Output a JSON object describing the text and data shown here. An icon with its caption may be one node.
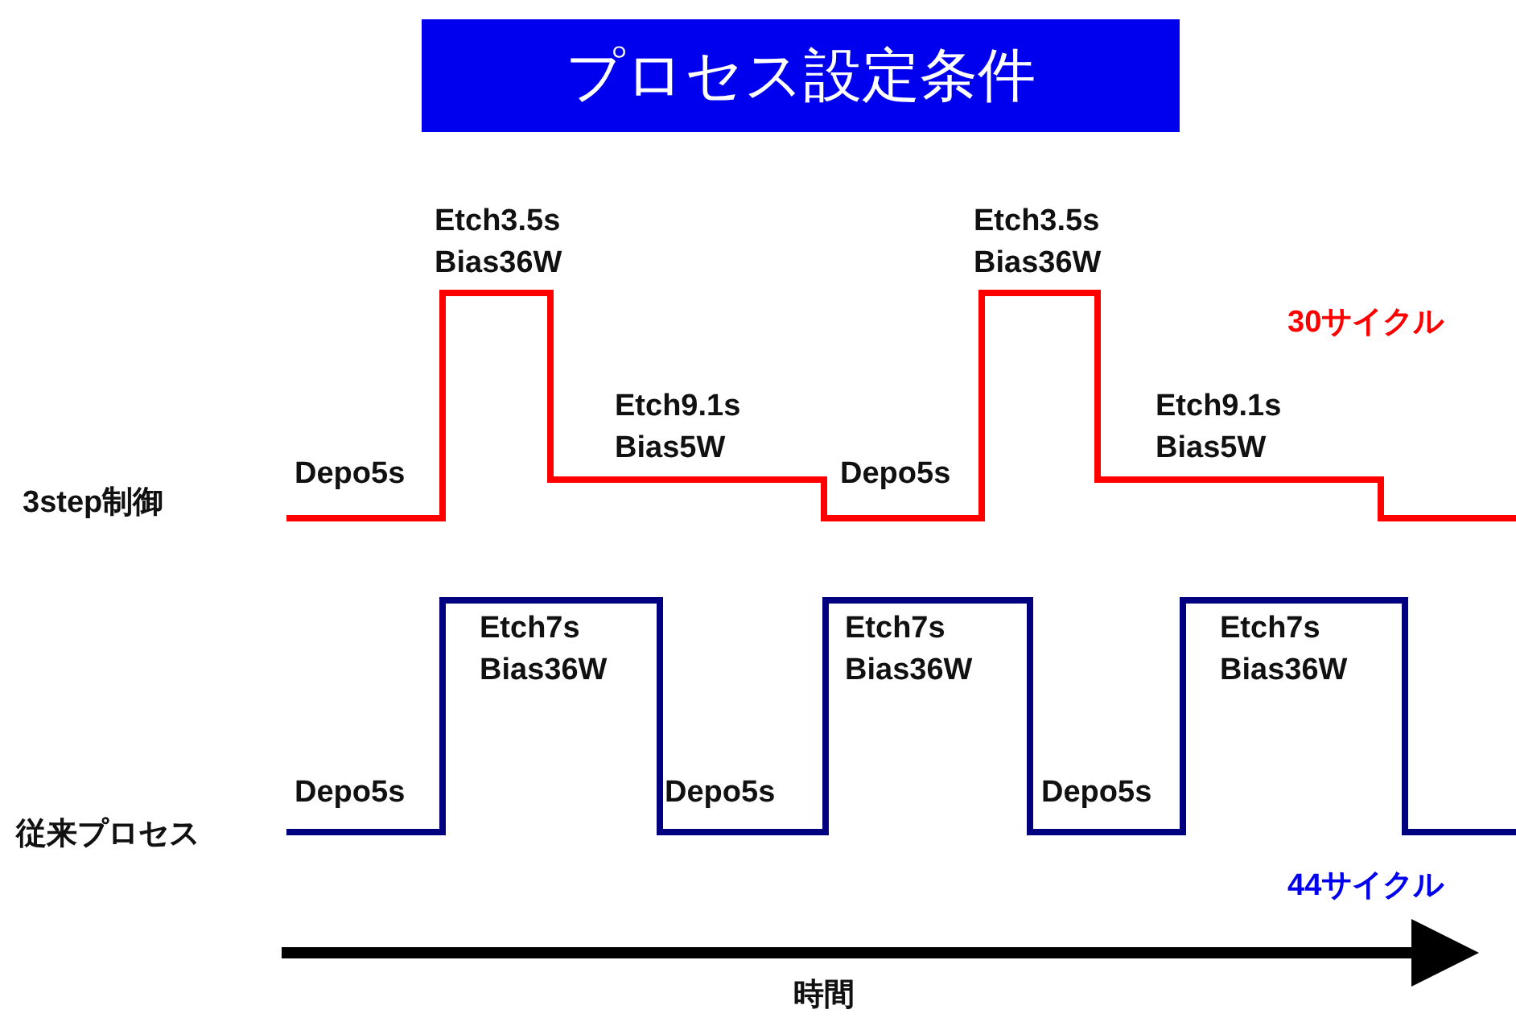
{
  "diagram": {
    "title": "プロセス設定条件",
    "labels": [
      "Etch3.5s Bias36W",
      "Etch3.5s Bias36W",
      "30サイクル",
      "Etch9.1s Bias5W",
      "Etch9.1s Bias5W",
      "Depo5s",
      "3step制御",
      "Depo5s",
      "Etch7s Bias36W",
      "Etch7s Bias36W",
      "Etch7s Bias36W",
      "Depo5s",
      "Depo5s",
      "Depo5s",
      "従来プロセス",
      "44サイクル",
      "時間"
    ]
  }
}
